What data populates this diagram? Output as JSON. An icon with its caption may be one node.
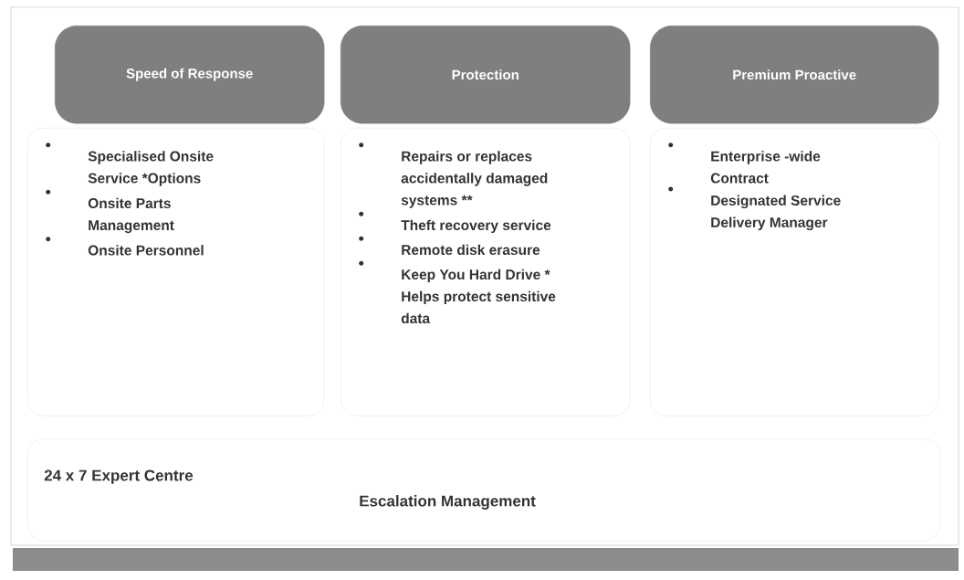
{
  "diagram": {
    "nodes": [
      {
        "text": [
          "Speed of Response"
        ]
      },
      {
        "text": [
          "Protection"
        ]
      },
      {
        "text": [
          "Premium Proactive"
        ]
      },
      {
        "text": [
          "Specialised Onsite Service *Options",
          "Onsite Parts Management",
          "Onsite Personnel"
        ]
      },
      {
        "text": [
          "Repairs or replaces accidentally damaged systems **",
          "Theft recovery service",
          "Remote disk erasure",
          "Keep You Hard Drive * Helps protect sensitive data"
        ]
      },
      {
        "text": [
          "Enterprise -wide Contract",
          "Designated Service Delivery Manager"
        ]
      },
      {
        "text": [
          "24 x 7 Expert Centre",
          "Escalation Management"
        ]
      }
    ]
  }
}
